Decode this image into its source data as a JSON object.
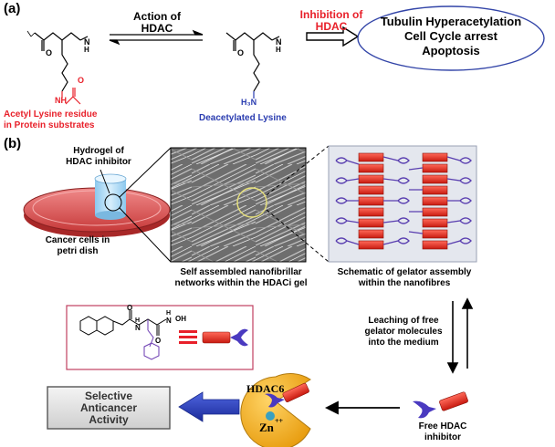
{
  "panel_a": {
    "label": "(a)",
    "arrow1_label_line1": "Action of",
    "arrow1_label_line2": "HDAC",
    "arrow2_label_line1": "Inhibition of",
    "arrow2_label_line2": "HDAC",
    "outcome_line1": "Tubulin Hyperacetylation",
    "outcome_line2": "Cell Cycle arrest",
    "outcome_line3": "Apoptosis",
    "acetyl_caption_line1": "Acetyl Lysine residue",
    "acetyl_caption_line2": "in Protein substrates",
    "deacetyl_caption": "Deacetylated Lysine",
    "nh_left": "N",
    "h_left": "H",
    "o_left": "O",
    "nh_right": "N",
    "h_right": "H",
    "o_right": "O",
    "acetyl_nh": "NH",
    "acetyl_o": "O",
    "amine": "H₃N",
    "colors": {
      "red": "#e8202a",
      "blue": "#2a3cb0",
      "ellipse": "#3345a8"
    }
  },
  "panel_b": {
    "label": "(b)",
    "hydrogel_line1": "Hydrogel of",
    "hydrogel_line2": "HDAC inhibitor",
    "cancer_line1": "Cancer cells in",
    "cancer_line2": "petri dish",
    "nanofibril_line1": "Self assembled nanofibrillar",
    "nanofibril_line2": "networks within the HDACi gel",
    "schematic_line1": "Schematic of gelator assembly",
    "schematic_line2": "within the nanofibres",
    "leaching_line1": "Leaching of free",
    "leaching_line2": "gelator molecules",
    "leaching_line3": "into the medium",
    "free_line1": "Free HDAC",
    "free_line2": "inhibitor",
    "hdac6": "HDAC6",
    "zn": "Zn",
    "zn_charge": "++",
    "selective_line1": "Selective",
    "selective_line2": "Anticancer",
    "selective_line3": "Activity",
    "mol_h": "H",
    "mol_n1": "N",
    "mol_n2": "N",
    "mol_oh": "OH",
    "mol_h2": "H",
    "mol_o1": "O",
    "mol_o2": "O",
    "colors": {
      "petri": "#d94b4b",
      "pacman": "#f5b324",
      "brick": "#e8281e",
      "arrow_blue": "#2b3fb5",
      "box_border": "#c04060"
    }
  }
}
